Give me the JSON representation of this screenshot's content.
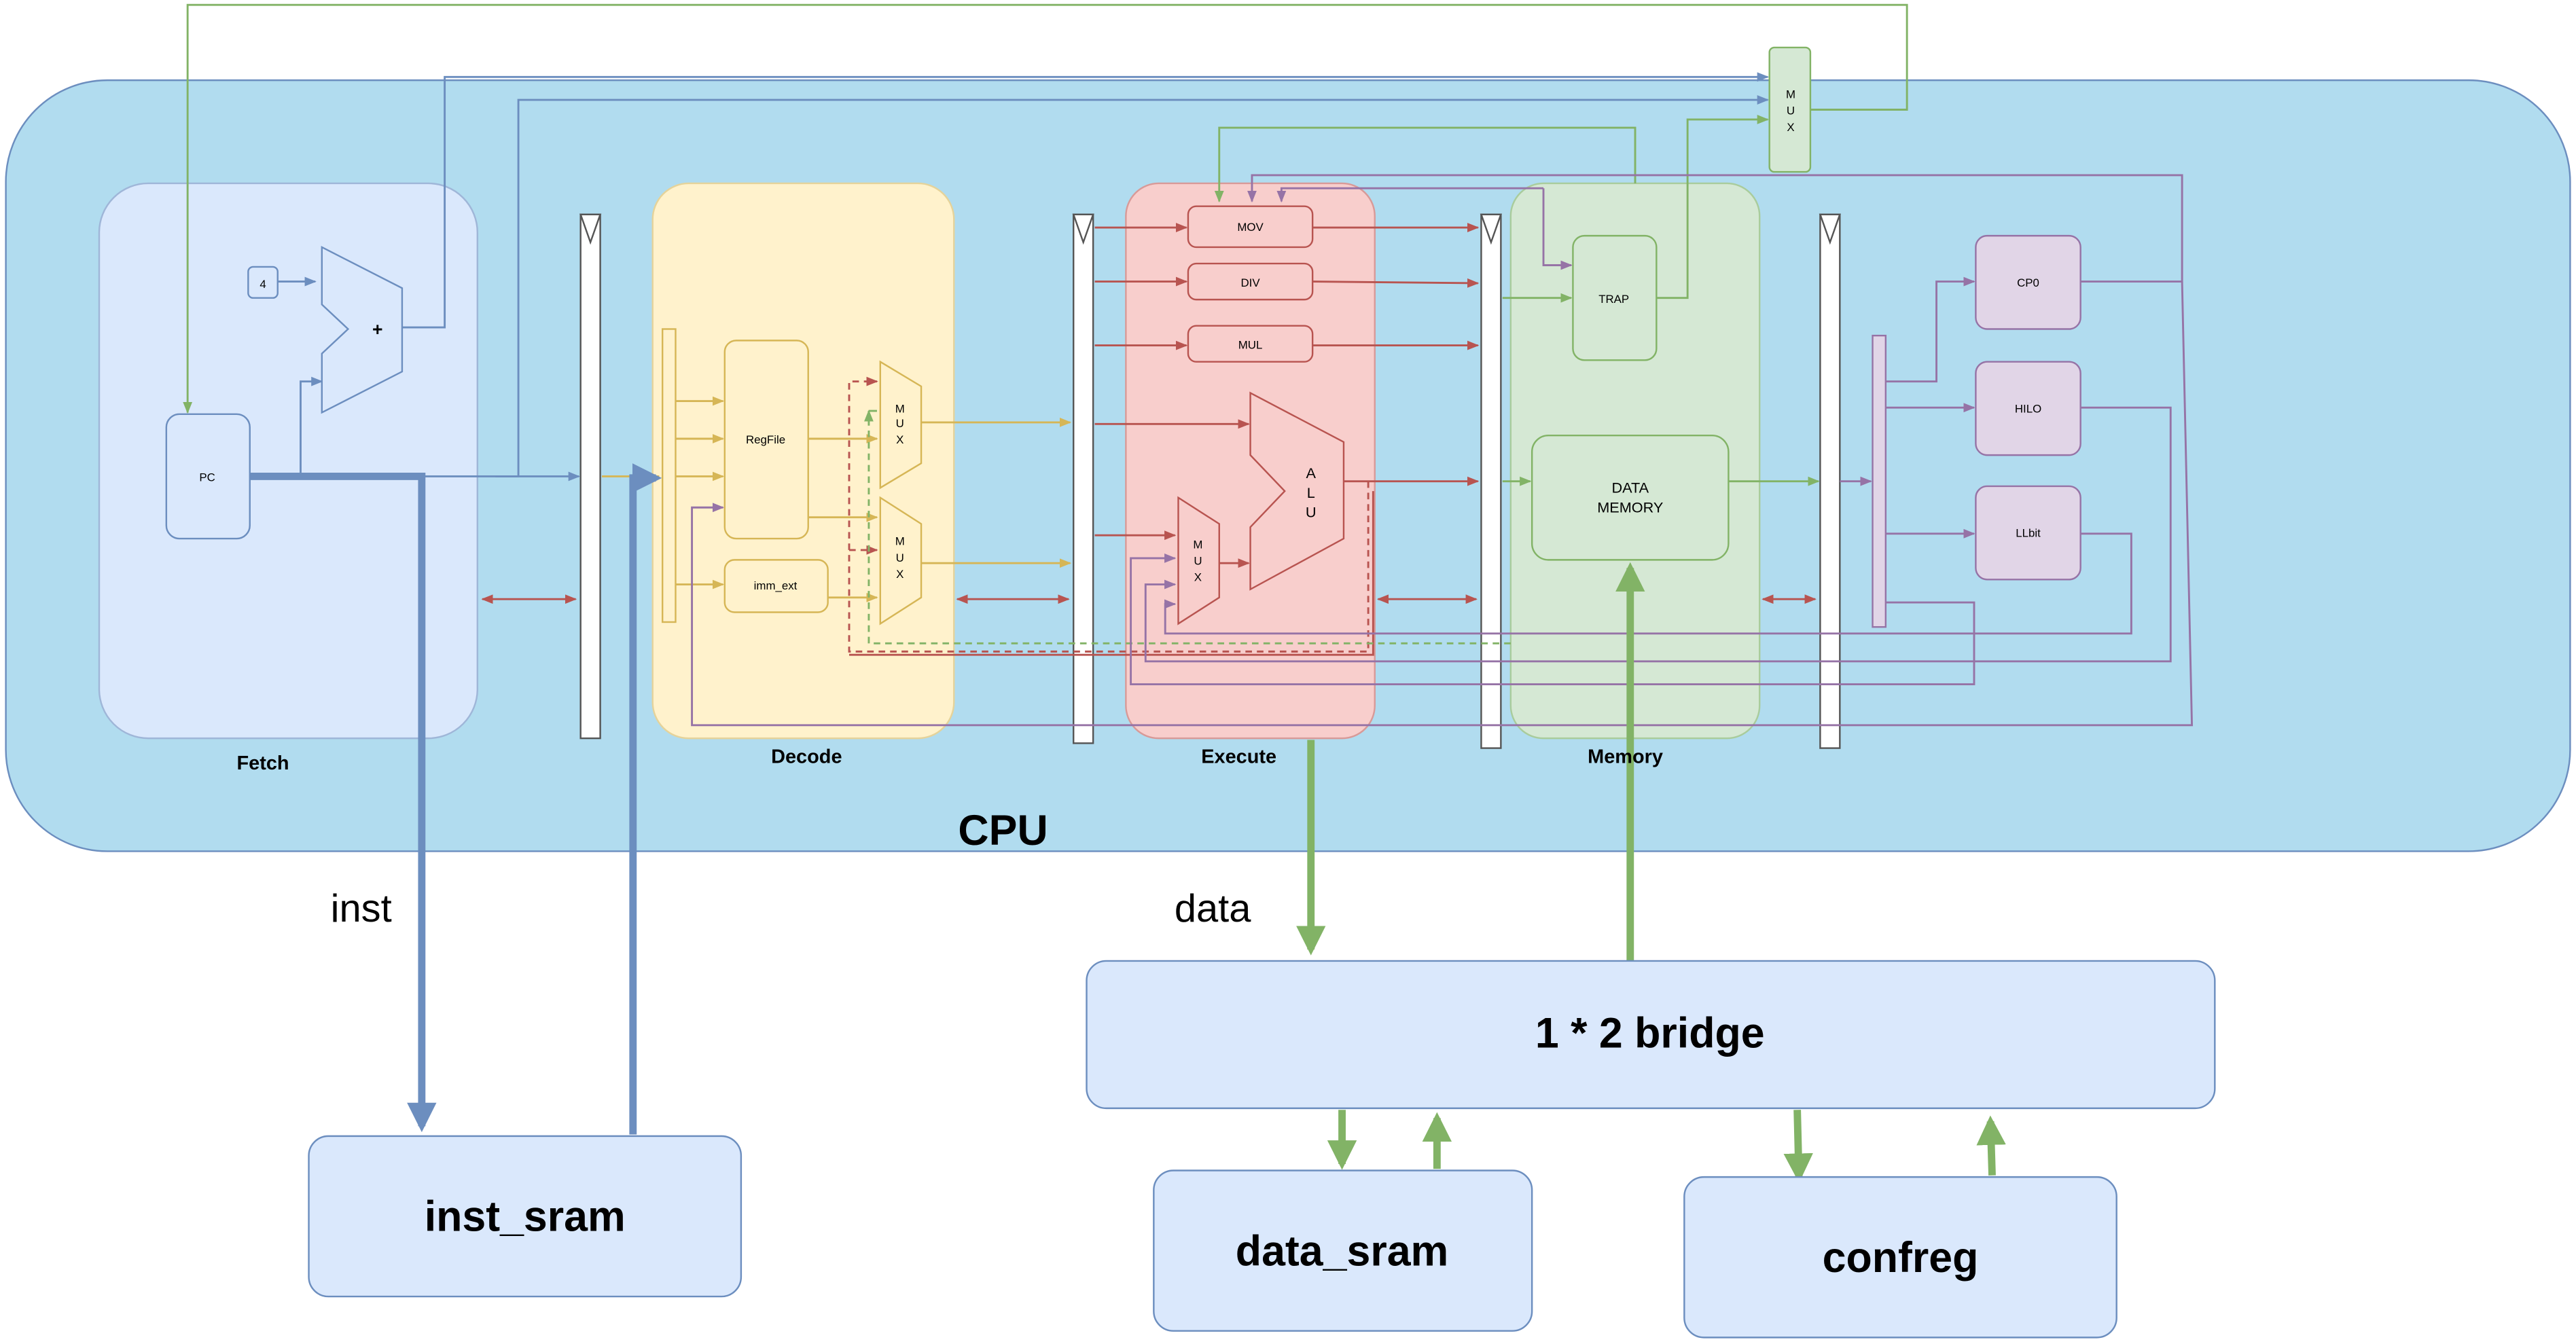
{
  "cpu": {
    "title": "CPU",
    "stages": {
      "fetch": "Fetch",
      "decode": "Decode",
      "execute": "Execute",
      "memory": "Memory"
    }
  },
  "fetch": {
    "pc": "PC",
    "constant": "4",
    "adder_symbol": "+"
  },
  "decode": {
    "regfile": "RegFile",
    "imm_ext": "imm_ext",
    "mux_top": [
      "M",
      "U",
      "X"
    ],
    "mux_bottom": [
      "M",
      "U",
      "X"
    ]
  },
  "execute": {
    "mov": "MOV",
    "div": "DIV",
    "mul": "MUL",
    "alu": [
      "A",
      "L",
      "U"
    ],
    "mux": [
      "M",
      "U",
      "X"
    ]
  },
  "memory": {
    "trap": "TRAP",
    "data_memory": [
      "DATA",
      "MEMORY"
    ],
    "top_mux": [
      "M",
      "U",
      "X"
    ]
  },
  "writeback": {
    "cp0": "CP0",
    "hilo": "HILO",
    "llbit": "LLbit"
  },
  "external": {
    "inst_label": "inst",
    "data_label": "data",
    "inst_sram": "inst_sram",
    "bridge": "1 * 2 bridge",
    "data_sram": "data_sram",
    "confreg": "confreg"
  },
  "colors": {
    "cpu_fill": "#b1dcef",
    "cpu_stroke": "#6c8ebf",
    "fetch_fill": "#dae8fc",
    "decode_fill": "#fff2cc",
    "decode_stroke": "#d6b656",
    "execute_fill": "#f8cecc",
    "execute_stroke": "#b85450",
    "memory_fill": "#d5e8d4",
    "memory_stroke": "#82b366",
    "writeback_fill": "#e1d5e7",
    "writeback_stroke": "#9673a6",
    "blue_wire": "#6c8ebf",
    "green_wire": "#82b366",
    "red_wire": "#b85450",
    "purple_wire": "#9673a6",
    "yellow_wire": "#d6b656"
  }
}
